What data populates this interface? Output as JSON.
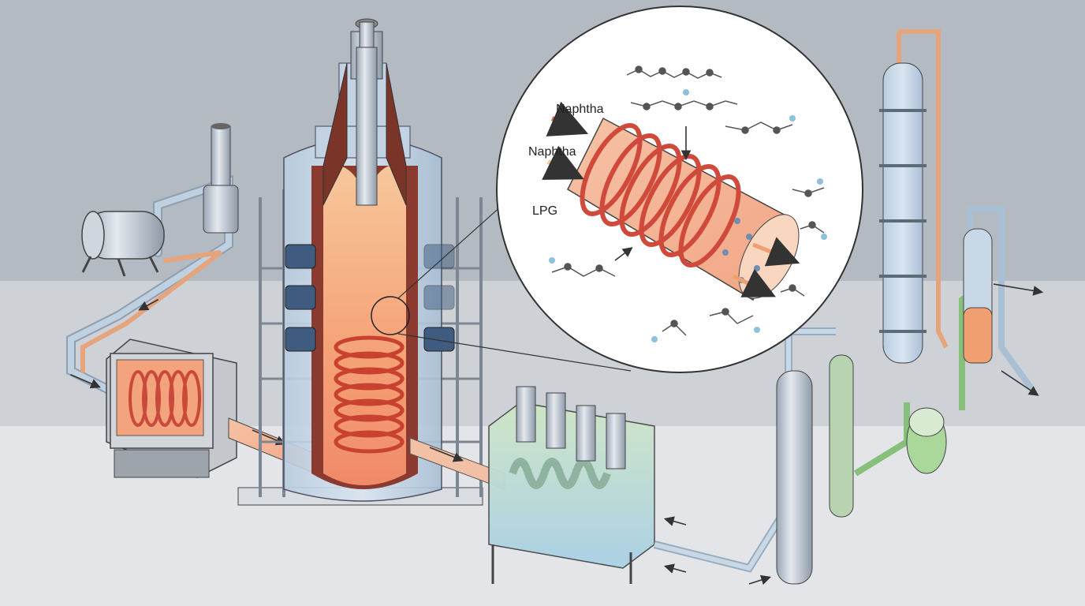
{
  "diagram": {
    "labels": {
      "feed_1": "Naphtha",
      "feed_2": "Naphtha",
      "feed_3": "LPG"
    },
    "colors": {
      "background_top": "#b3b9c1",
      "floor": "#d3d6da",
      "flame": "#f5a070",
      "coil": "#e8705a",
      "pipe_blue": "#a9bfd3",
      "pipe_orange": "#e9a77a",
      "pipe_green": "#9fcf95"
    }
  }
}
